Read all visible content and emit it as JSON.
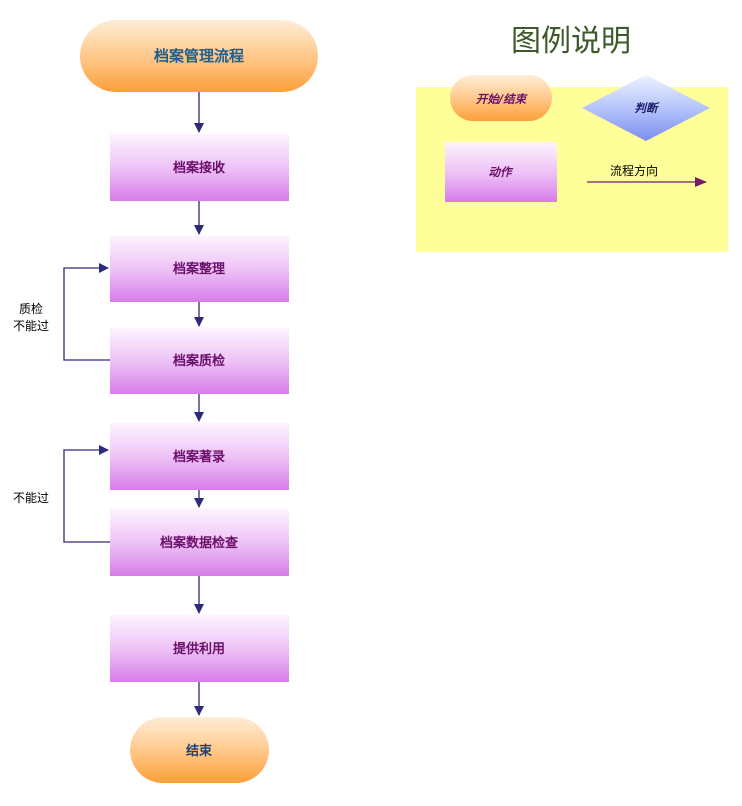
{
  "flow": {
    "title": "档案管理流程",
    "steps": [
      "档案接收",
      "档案整理",
      "档案质检",
      "档案著录",
      "档案数据检查",
      "提供利用"
    ],
    "end": "结束",
    "loop_labels": {
      "qc_line1": "质检",
      "qc_line2": "不能过",
      "data_check": "不能过"
    }
  },
  "legend": {
    "title": "图例说明",
    "start_end": "开始/结束",
    "decision": "判断",
    "action": "动作",
    "direction": "流程方向"
  },
  "colors": {
    "title_text": "#1f5f8f",
    "step_text": "#6b0f6b",
    "arrow": "#2e2a78",
    "legend_bg": "#ffff99",
    "legend_title": "#3f5a2a",
    "legend_arrow": "#7a1a6a"
  }
}
